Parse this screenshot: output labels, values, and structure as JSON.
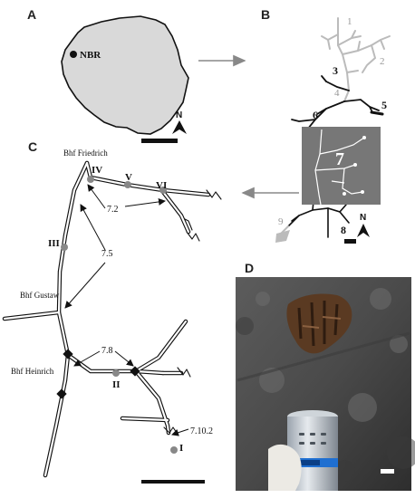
{
  "panels": {
    "a": {
      "letter": "A",
      "site_label": "NBR",
      "north_label": "N"
    },
    "b": {
      "letter": "B",
      "section_labels": [
        "1",
        "2",
        "3",
        "4",
        "5",
        "6",
        "7",
        "8",
        "9"
      ],
      "north_label": "N"
    },
    "c": {
      "letter": "C",
      "stations": [
        "Bhf Friedrich",
        "Bhf Gustaw",
        "Bhf Heinrich"
      ],
      "sites": [
        "IV",
        "V",
        "VI",
        "III",
        "II",
        "I"
      ],
      "callouts": [
        "7.2",
        "7.5",
        "7.8",
        "7.10.2"
      ]
    },
    "d": {
      "letter": "D"
    }
  },
  "colors": {
    "map_fill": "#d9d9d9",
    "section7_box": "#777777",
    "light_tunnel": "#bbbbbb",
    "site_marker": "#888888",
    "arrow": "#888888"
  }
}
